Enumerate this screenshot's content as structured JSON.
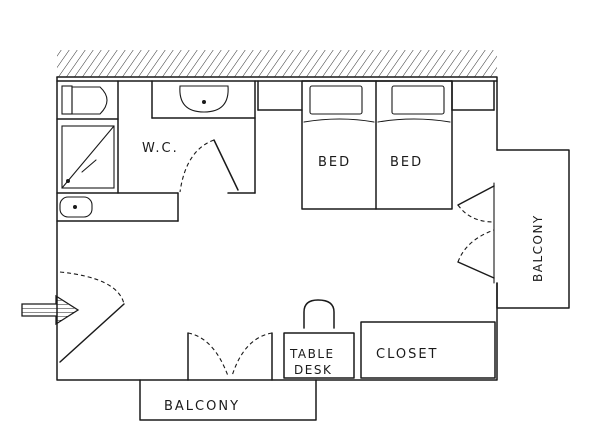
{
  "labels": {
    "wc": "W.C.",
    "bed_left": "BED",
    "bed_right": "BED",
    "balcony_right": "BALCONY",
    "table": "TABLE",
    "desk": "DESK",
    "closet": "CLOSET",
    "balcony_bottom": "BALCONY"
  }
}
